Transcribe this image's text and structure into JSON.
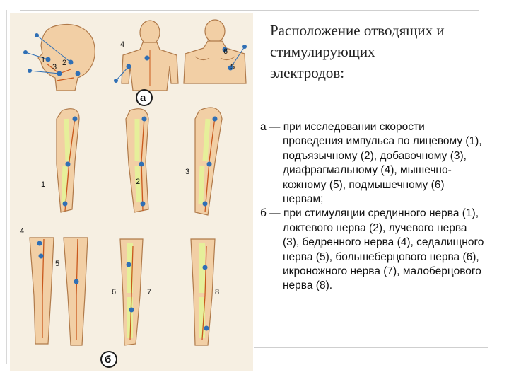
{
  "slide": {
    "title": "Расположение отводящих и\nстимулирующих\nэлектродов:",
    "caption": [
      "а — при исследовании скорости проведения импульса по лицевому (1), подъязычному (2), добавочному (3), диафрагмальному (4), мышечно-кожному (5), подмышечному (6) нервам;",
      "б — при стимуляции срединного нерва (1), локтевого нерва (2), лучевого нерва (3), бедренного нерва (4), седалищного нерва (5), большеберцового нерва (6), икроножного нерва (7), малоберцового нерва (8)."
    ]
  },
  "figure": {
    "panel_a_label": "а",
    "panel_b_label": "б",
    "head_labels": [
      "1",
      "2",
      "3"
    ],
    "torso_labels": [
      "4",
      "5",
      "6"
    ],
    "arm_labels": [
      "1",
      "2",
      "3"
    ],
    "leg_labels": [
      "4",
      "5",
      "6",
      "7",
      "8"
    ]
  },
  "colors": {
    "skin": "#f2cfa5",
    "skin_outline": "#b07a4a",
    "bone": "#e6ef9a",
    "nerve": "#c9581c",
    "electrode": "#2f6fb5",
    "badge": "#1c1c1c"
  }
}
